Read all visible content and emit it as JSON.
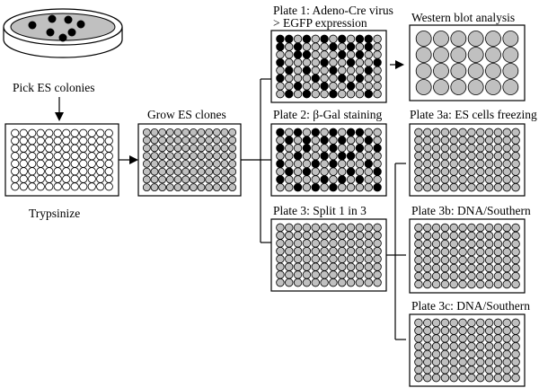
{
  "diagram": {
    "labels": {
      "pick": "Pick ES colonies",
      "trypsinize": "Trypsinize",
      "grow": "Grow ES clones",
      "plate1_line1": "Plate 1: Adeno-Cre virus",
      "plate1_line2": "> EGFP expression",
      "western": "Western blot analysis",
      "plate2": "Plate 2: β-Gal staining",
      "plate3": "Plate 3: Split 1 in 3",
      "plate3a": "Plate 3a: ES cells freezing",
      "plate3b": "Plate 3b: DNA/Southern",
      "plate3c": "Plate 3c: DNA/Southern"
    },
    "colors": {
      "empty_well": "#ffffff",
      "gray_well": "#c0c0c0",
      "black_well": "#000000",
      "dish_fill": "#c0c0c0",
      "colony": "#000000",
      "line": "#000000"
    },
    "plate_layout": {
      "rows": 8,
      "cols": 12
    },
    "western_layout": {
      "rows": 4,
      "cols": 6
    },
    "plates": {
      "initial": {
        "fill": "empty"
      },
      "grow": {
        "fill": "gray"
      },
      "plate1": {
        "fill": "pattern",
        "black_wells": [
          [
            0,
            0
          ],
          [
            0,
            1
          ],
          [
            0,
            3
          ],
          [
            0,
            5
          ],
          [
            0,
            7
          ],
          [
            0,
            9
          ],
          [
            0,
            10
          ],
          [
            1,
            0
          ],
          [
            1,
            2
          ],
          [
            1,
            6
          ],
          [
            1,
            8
          ],
          [
            1,
            10
          ],
          [
            2,
            2
          ],
          [
            2,
            3
          ],
          [
            2,
            7
          ],
          [
            2,
            9
          ],
          [
            3,
            0
          ],
          [
            3,
            5
          ],
          [
            3,
            8
          ],
          [
            3,
            11
          ],
          [
            4,
            1
          ],
          [
            4,
            3
          ],
          [
            4,
            6
          ],
          [
            4,
            10
          ],
          [
            5,
            0
          ],
          [
            5,
            4
          ],
          [
            5,
            7
          ],
          [
            5,
            9
          ],
          [
            6,
            2
          ],
          [
            6,
            5
          ],
          [
            6,
            8
          ],
          [
            7,
            1
          ],
          [
            7,
            3
          ],
          [
            7,
            6
          ],
          [
            7,
            10
          ]
        ]
      },
      "plate2": {
        "fill": "pattern",
        "black_wells": [
          [
            0,
            0
          ],
          [
            0,
            2
          ],
          [
            0,
            4
          ],
          [
            0,
            6
          ],
          [
            0,
            8
          ],
          [
            0,
            9
          ],
          [
            1,
            1
          ],
          [
            1,
            3
          ],
          [
            1,
            5
          ],
          [
            1,
            7
          ],
          [
            1,
            10
          ],
          [
            2,
            0
          ],
          [
            2,
            3
          ],
          [
            2,
            6
          ],
          [
            2,
            9
          ],
          [
            2,
            11
          ],
          [
            3,
            2
          ],
          [
            3,
            5
          ],
          [
            3,
            7
          ],
          [
            3,
            8
          ],
          [
            4,
            0
          ],
          [
            4,
            4
          ],
          [
            4,
            6
          ],
          [
            4,
            10
          ],
          [
            5,
            1
          ],
          [
            5,
            3
          ],
          [
            5,
            8
          ],
          [
            5,
            11
          ],
          [
            6,
            0
          ],
          [
            6,
            5
          ],
          [
            6,
            7
          ],
          [
            6,
            9
          ],
          [
            7,
            2
          ],
          [
            7,
            4
          ],
          [
            7,
            6
          ],
          [
            7,
            11
          ]
        ]
      },
      "western": {
        "fill": "gray"
      },
      "plate3": {
        "fill": "gray"
      },
      "plate3a": {
        "fill": "gray"
      },
      "plate3b": {
        "fill": "gray"
      },
      "plate3c": {
        "fill": "gray"
      }
    }
  }
}
